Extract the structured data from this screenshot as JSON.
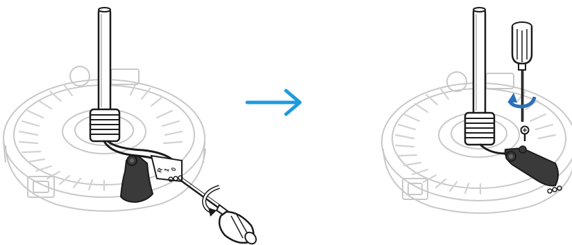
{
  "steps": {
    "before": {
      "pcb_markings": [
        "R",
        "1",
        "0"
      ]
    },
    "after": {}
  },
  "colors": {
    "arrow": "#1e9be0",
    "outline": "#1a1a1a",
    "ghost": "#c8c8c8",
    "cable_cover": "#3a3a3a",
    "rotation_arrow": "#2a6fb8"
  },
  "icons": {
    "transition": "right-arrow-icon",
    "tool": "screwdriver-icon",
    "rotation": "rotate-arrow-icon"
  }
}
